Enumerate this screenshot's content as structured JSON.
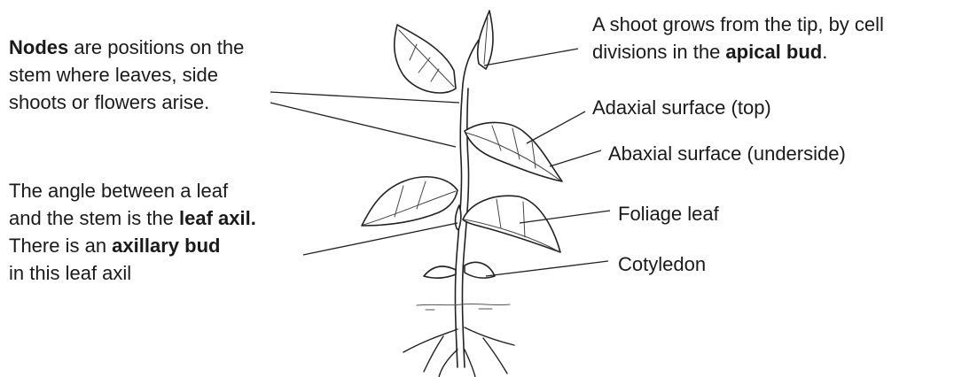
{
  "labels": {
    "nodes": {
      "line1_bold": "Nodes",
      "line1_rest": " are positions on the",
      "line2": "stem where leaves, side",
      "line3": "shoots or flowers arise."
    },
    "leaf_axil": {
      "line1": "The angle between a leaf",
      "line2_pre": "and the stem is the ",
      "line2_bold": "leaf axil.",
      "line3_pre": "There is an ",
      "line3_bold": "axillary bud",
      "line4": "in this leaf axil"
    },
    "apical": {
      "line1": "A shoot grows from the tip, by cell",
      "line2_pre": "divisions in the ",
      "line2_bold": "apical bud",
      "line2_post": "."
    },
    "adaxial": "Adaxial surface (top)",
    "abaxial": "Abaxial surface (underside)",
    "foliage_leaf": "Foliage leaf",
    "cotyledon": "Cotyledon"
  }
}
